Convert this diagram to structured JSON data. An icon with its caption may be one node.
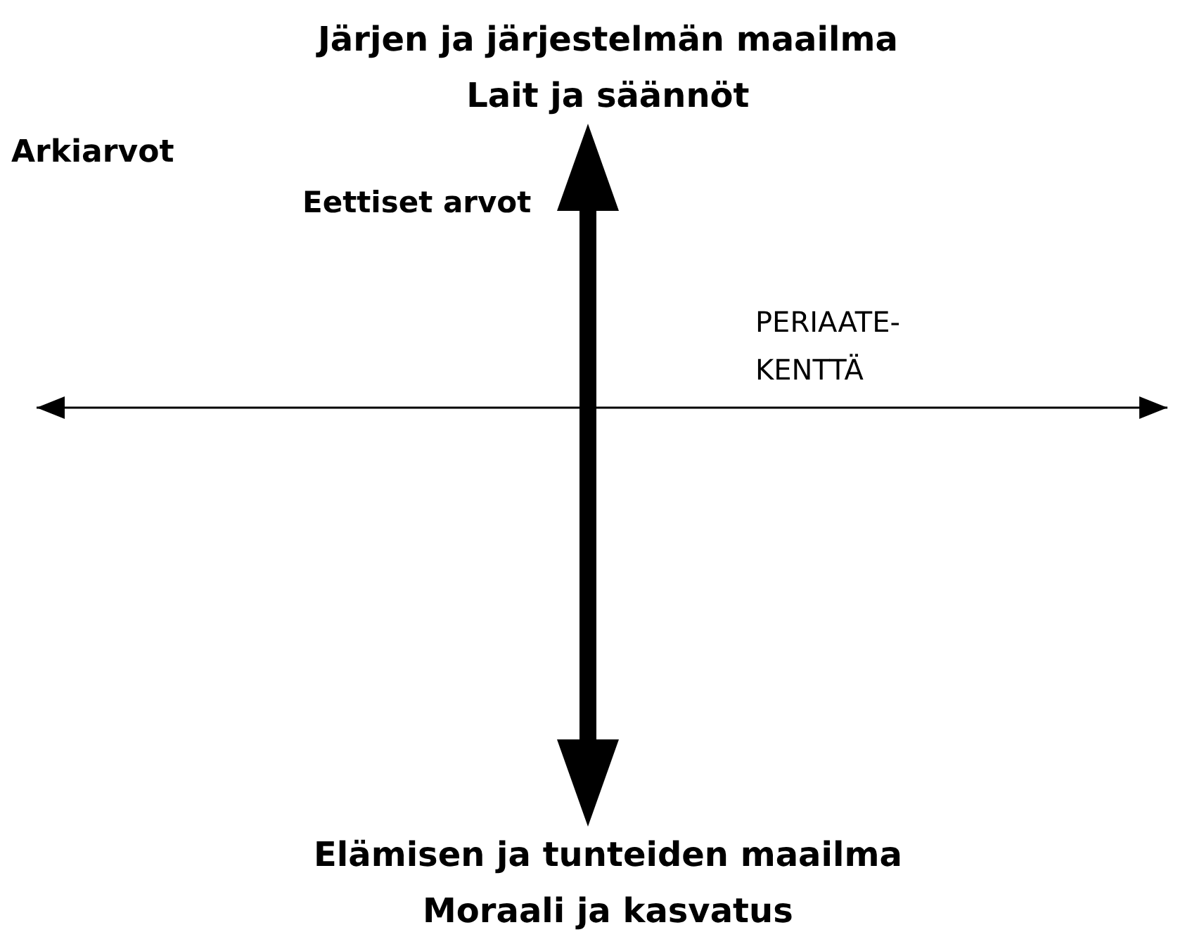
{
  "diagram": {
    "nodes": [
      {
        "text": [
          "Järjen ja järjestelmän maailma",
          "Lait ja säännöt"
        ]
      },
      {
        "text": [
          "Elämisen ja tunteiden maailma",
          "Moraali ja kasvatus"
        ]
      }
    ],
    "edges": [
      {
        "from": 0,
        "to": 1,
        "arrow": "both"
      }
    ],
    "labels": [
      "Arkiarvot",
      "Eettiset arvot",
      "PERIAATE- KENTTÄ"
    ]
  }
}
